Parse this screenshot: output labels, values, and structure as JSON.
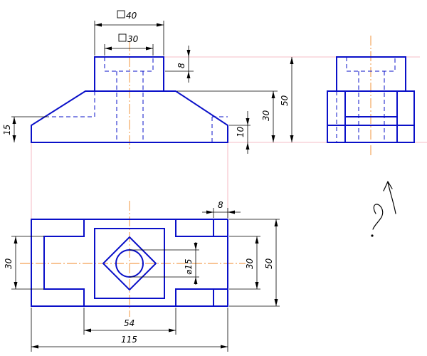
{
  "dimensions": {
    "top_outer_square": "40",
    "top_inner_square": "30",
    "boss_height": "8",
    "total_height": "50",
    "base_height": "30",
    "base_edge": "10",
    "left_chamfer": "15",
    "plan_left_width": "30",
    "plan_diameter": "⌀15",
    "plan_right_width": "30",
    "plan_depth": "50",
    "plan_slot": "8",
    "plan_center_width": "54",
    "plan_total_length": "115"
  },
  "annotations": {
    "question_mark": "?"
  },
  "colors": {
    "object_line": "#0a10c8",
    "center_line": "#f08a2a",
    "projection_line": "#f2a8b4",
    "dimension_line": "#000000"
  }
}
